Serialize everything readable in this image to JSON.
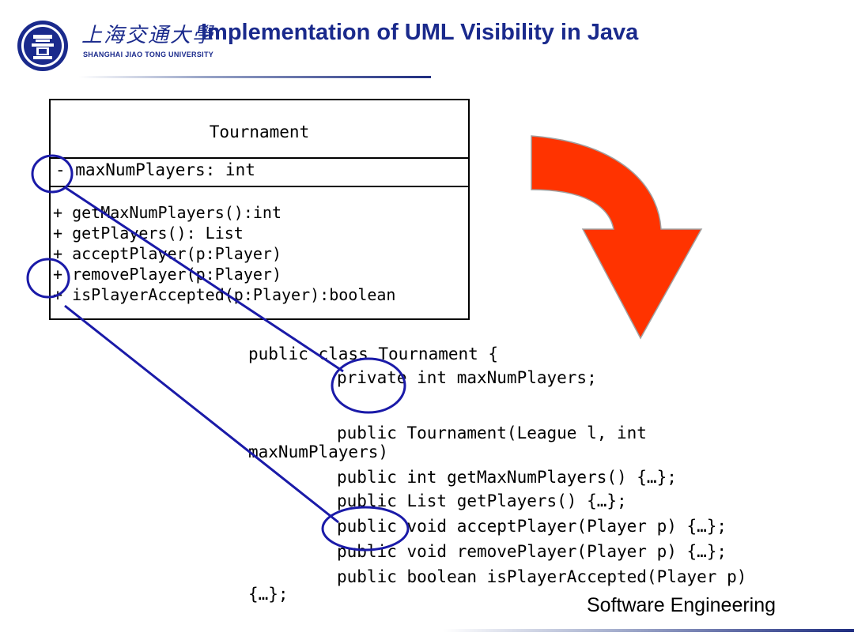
{
  "header": {
    "logo_cn": "上海交通大學",
    "logo_en": "SHANGHAI JIAO TONG UNIVERSITY",
    "title": "Implementation of UML Visibility in Java"
  },
  "uml_class": {
    "name": "Tournament",
    "attributes": [
      "- maxNumPlayers: int"
    ],
    "operations": [
      "+ getMaxNumPlayers():int",
      "+ getPlayers(): List",
      "+ acceptPlayer(p:Player)",
      "+ removePlayer(p:Player)",
      "+ isPlayerAccepted(p:Player):boolean"
    ]
  },
  "code": [
    "public class Tournament {",
    "private int maxNumPlayers;",
    "public Tournament(League l, int",
    "maxNumPlayers)",
    "public int getMaxNumPlayers() {…};",
    "public List getPlayers() {…};",
    "public void acceptPlayer(Player p) {…};",
    "public void removePlayer(Player p) {…};",
    "public boolean isPlayerAccepted(Player p)",
    "{…};"
  ],
  "footer": {
    "text": "Software Engineering"
  },
  "colors": {
    "arrow": "#ff3300",
    "annotation": "#1a1aa8",
    "title": "#1a2a8c"
  }
}
